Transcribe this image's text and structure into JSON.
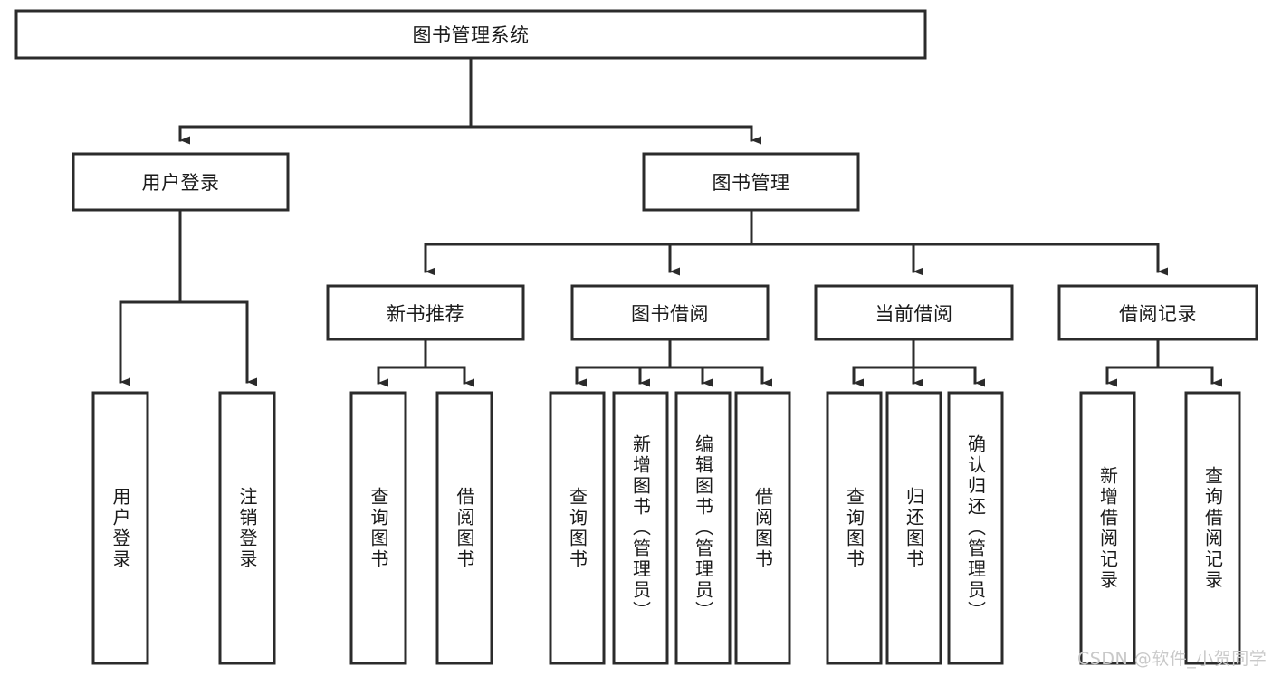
{
  "diagram": {
    "title": "图书管理系统",
    "type": "tree-hierarchy-diagram",
    "colors": {
      "stroke": "#2b2b2b",
      "fill": "#ffffff",
      "text": "#1a1a1a",
      "watermark": "#c9c9c9"
    },
    "root": {
      "label": "图书管理系统"
    },
    "level2": [
      {
        "label": "用户登录"
      },
      {
        "label": "图书管理"
      }
    ],
    "level3": [
      {
        "label": "新书推荐"
      },
      {
        "label": "图书借阅"
      },
      {
        "label": "当前借阅"
      },
      {
        "label": "借阅记录"
      }
    ],
    "leaves_user_login": [
      {
        "label": "用户登录"
      },
      {
        "label": "注销登录"
      }
    ],
    "leaves_new_book": [
      {
        "label": "查询图书"
      },
      {
        "label": "借阅图书"
      }
    ],
    "leaves_borrow": [
      {
        "label": "查询图书"
      },
      {
        "label": "新增图书（管理员）"
      },
      {
        "label": "编辑图书（管理员）"
      },
      {
        "label": "借阅图书"
      }
    ],
    "leaves_current": [
      {
        "label": "查询图书"
      },
      {
        "label": "归还图书"
      },
      {
        "label": "确认归还（管理员）"
      }
    ],
    "leaves_record": [
      {
        "label": "新增借阅记录"
      },
      {
        "label": "查询借阅记录"
      }
    ],
    "watermark": "CSDN @软件_小贺同学"
  }
}
